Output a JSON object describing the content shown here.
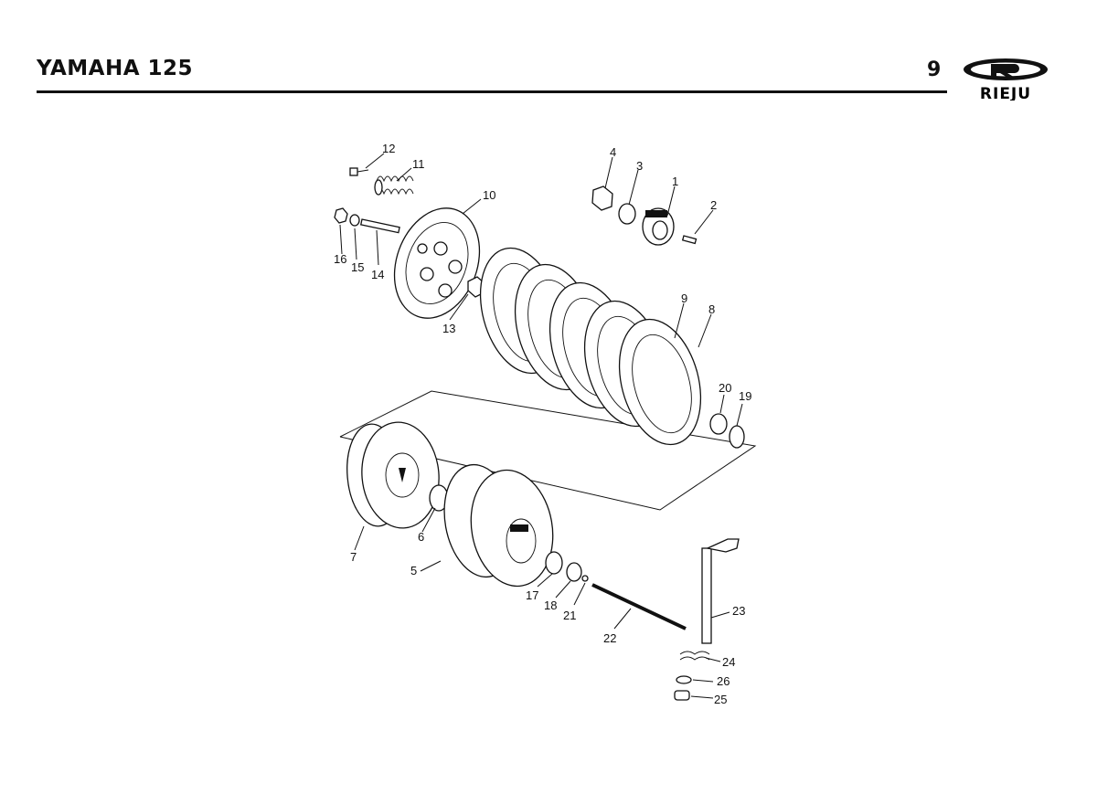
{
  "header": {
    "title": "YAMAHA 125",
    "page_number": "9",
    "brand": "RIEJU"
  },
  "diagram": {
    "callouts": [
      {
        "id": "c1",
        "label": "1"
      },
      {
        "id": "c2",
        "label": "2"
      },
      {
        "id": "c3",
        "label": "3"
      },
      {
        "id": "c4",
        "label": "4"
      },
      {
        "id": "c5",
        "label": "5"
      },
      {
        "id": "c6",
        "label": "6"
      },
      {
        "id": "c7",
        "label": "7"
      },
      {
        "id": "c8",
        "label": "8"
      },
      {
        "id": "c9",
        "label": "9"
      },
      {
        "id": "c10",
        "label": "10"
      },
      {
        "id": "c11",
        "label": "11"
      },
      {
        "id": "c12",
        "label": "12"
      },
      {
        "id": "c13",
        "label": "13"
      },
      {
        "id": "c14",
        "label": "14"
      },
      {
        "id": "c15",
        "label": "15"
      },
      {
        "id": "c16",
        "label": "16"
      },
      {
        "id": "c17",
        "label": "17"
      },
      {
        "id": "c18",
        "label": "18"
      },
      {
        "id": "c19",
        "label": "19"
      },
      {
        "id": "c20",
        "label": "20"
      },
      {
        "id": "c21",
        "label": "21"
      },
      {
        "id": "c22",
        "label": "22"
      },
      {
        "id": "c23",
        "label": "23"
      },
      {
        "id": "c24",
        "label": "24"
      },
      {
        "id": "c25",
        "label": "25"
      },
      {
        "id": "c26",
        "label": "26"
      }
    ]
  }
}
